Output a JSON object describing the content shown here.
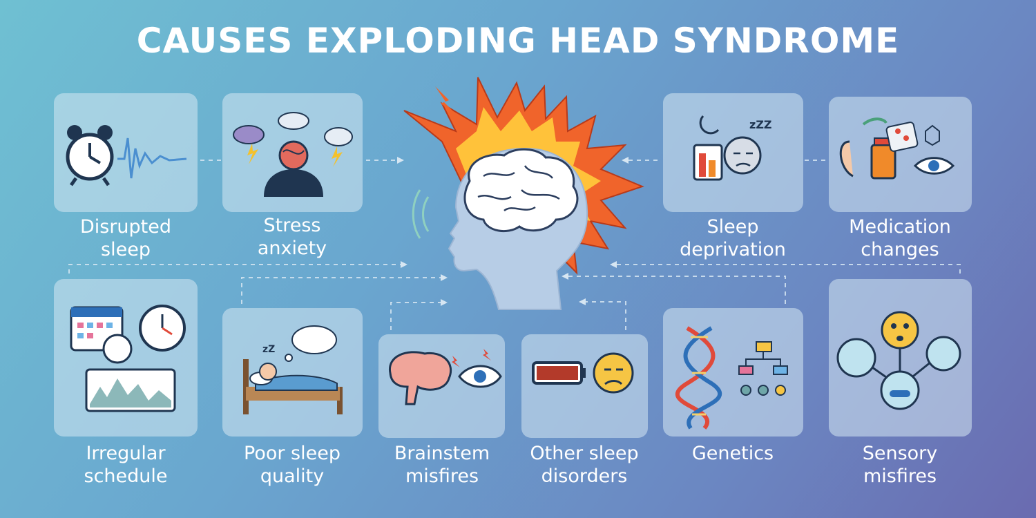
{
  "title": "CAUSES EXPLODING HEAD SYNDROME",
  "colors": {
    "accent": "#f0642b",
    "ink": "#1f3550",
    "label": "#ffffff"
  },
  "causes": {
    "disrupted_sleep": {
      "line1": "Disrupted",
      "line2": "sleep",
      "icon": "alarm-clock-icon"
    },
    "stress_anxiety": {
      "line1": "Stress",
      "line2": "anxiety",
      "icon": "stressed-person-icon"
    },
    "sleep_deprivation": {
      "line1": "Sleep",
      "line2": "deprivation",
      "icon": "tired-face-icon"
    },
    "medication_changes": {
      "line1": "Medication",
      "line2": "changes",
      "icon": "medication-icon"
    },
    "irregular_schedule": {
      "line1": "Irregular",
      "line2": "schedule",
      "icon": "calendar-clock-icon"
    },
    "poor_sleep_quality": {
      "line1": "Poor sleep",
      "line2": "quality",
      "icon": "sleeping-person-icon"
    },
    "brainstem_misfires": {
      "line1": "Brainstem",
      "line2": "misfires",
      "icon": "brain-eye-icon"
    },
    "other_sleep_disorders": {
      "line1": "Other sleep",
      "line2": "disorders",
      "icon": "battery-face-icon"
    },
    "genetics": {
      "line1": "Genetics",
      "line2": "",
      "icon": "dna-icon"
    },
    "sensory_misfires": {
      "line1": "Sensory",
      "line2": "misfires",
      "icon": "sensory-network-icon"
    }
  },
  "center_icon": "exploding-head-icon"
}
